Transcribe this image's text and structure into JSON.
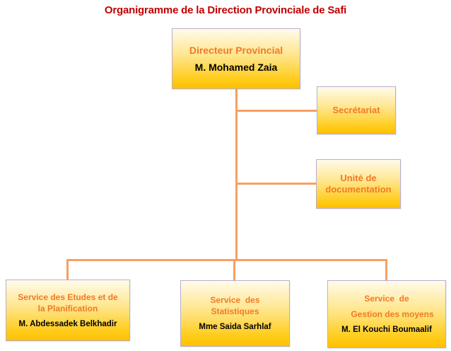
{
  "title": "Organigramme de la Direction Provinciale de Safi",
  "colors": {
    "title": "#c00000",
    "role_text": "#f07a26",
    "person_text": "#000000",
    "connector": "#f7a060",
    "box_border": "#b8aed0",
    "box_fill_top": "#fffbea",
    "box_fill_bottom": "#ffc000"
  },
  "director": {
    "role": "Directeur Provincial",
    "name": "M.  Mohamed Zaia"
  },
  "staff_units": [
    {
      "role": "Secrétariat"
    },
    {
      "role_line1": "Unité de",
      "role_line2": "documentation"
    }
  ],
  "services": [
    {
      "role_line1": "Service des Etudes et de",
      "role_line2": "la Planification",
      "name": "M. Abdessadek  Belkhadir"
    },
    {
      "role_line1": "Service  des",
      "role_line2": "Statistiques",
      "name": "Mme Saida Sarhlaf"
    },
    {
      "role_line1": "Service  de",
      "role_line2": "Gestion des moyens",
      "name": "M. El Kouchi Boumaalif"
    }
  ]
}
